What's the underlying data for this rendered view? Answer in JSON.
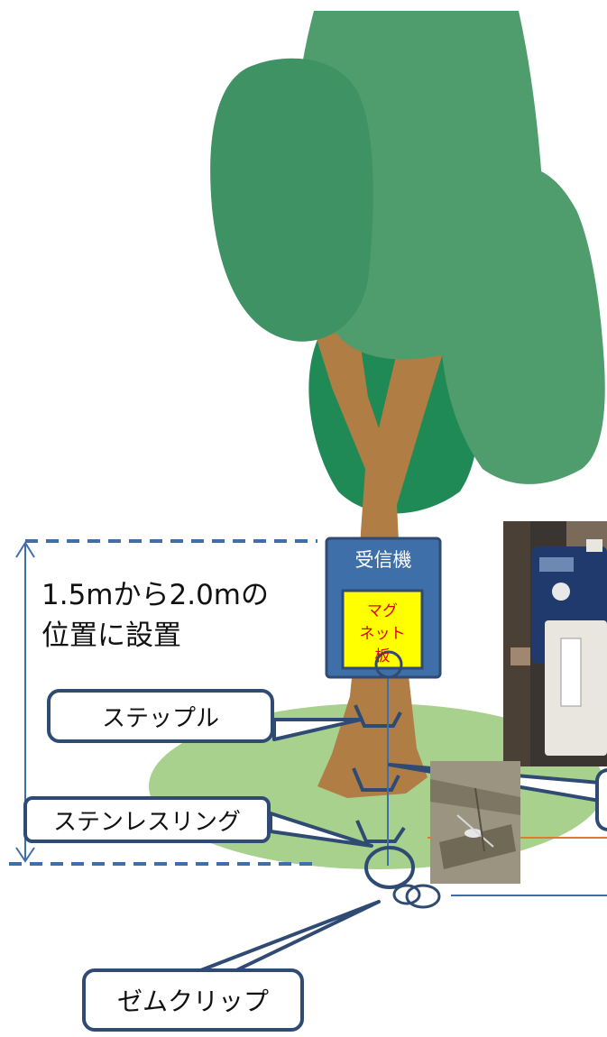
{
  "labels": {
    "installation_height": "1.5mから2.0mの位置に設置",
    "installation_height_line1": "1.5mから2.0mの",
    "installation_height_line2": "位置に設置",
    "receiver": "受信機",
    "magnet_plate": "マグネット板",
    "magnet_plate_line1": "マグ",
    "magnet_plate_line2": "ネット",
    "magnet_plate_line3": "板",
    "staple": "ステップル",
    "stainless_ring": "ステンレスリング",
    "zem_clip": "ゼムクリップ"
  },
  "icons": {
    "tree": "tree-illustration",
    "height_dimension": "double-arrow-vertical",
    "photo_receiver": "receiver-photo",
    "photo_ground": "ground-photo"
  },
  "colors": {
    "foliage_main": "#4f9c6c",
    "foliage_dark": "#3e9263",
    "foliage_inner": "#1f8a55",
    "trunk": "#b07d45",
    "grass": "#a9d18e",
    "receiver_box": "#3f6fa8",
    "magnet_plate": "#ffff00",
    "callout_border": "#2f4a73",
    "dimension_line": "#3f6fa8",
    "magnet_text": "#e00000",
    "leader_orange": "#e07a2f"
  }
}
